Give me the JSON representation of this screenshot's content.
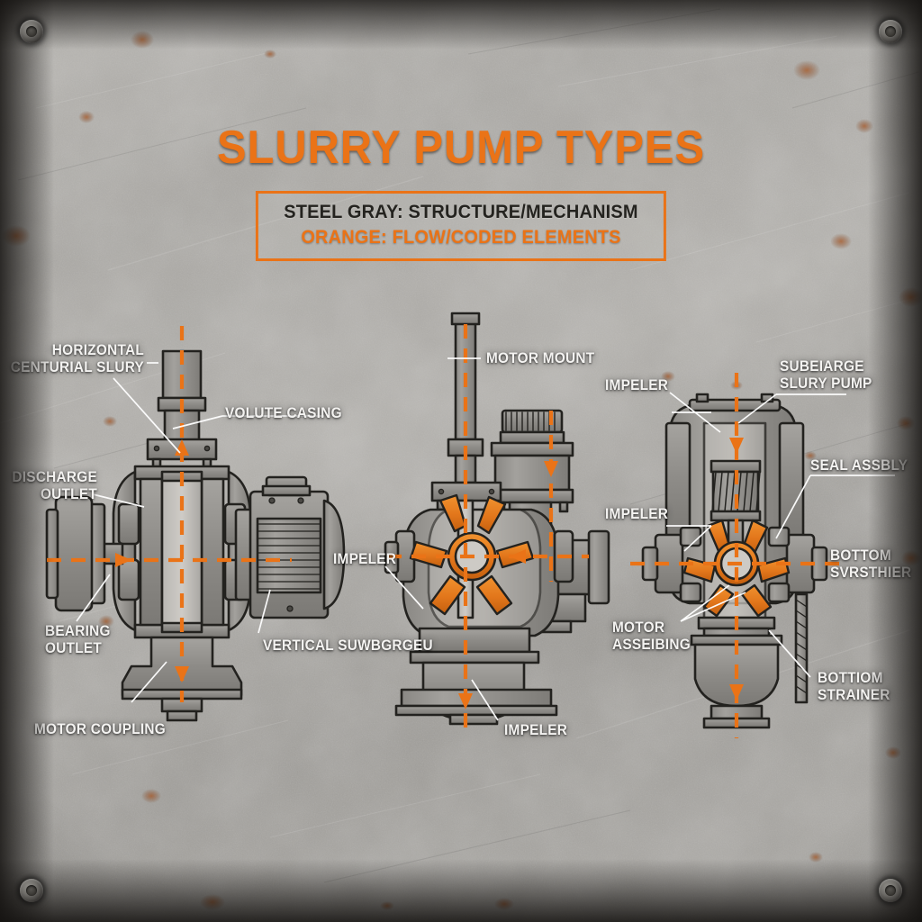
{
  "poster": {
    "title": "SLURRY PUMP TYPES",
    "legend": {
      "gray_line": "STEEL GRAY: STRUCTURE/MECHANISM",
      "orange_line": "ORANGE: FLOW/CODED ELEMENTS"
    },
    "colors": {
      "orange": "#ea7317",
      "steel_gray": "#8d8c88",
      "ink": "#23221f",
      "label_white": "#f4f3f1",
      "plate": "#a9a7a3"
    }
  },
  "diagrams": [
    {
      "id": "horizontal-centrifugal-slurry-pump",
      "name": "Horizontal centrifugal slurry pump cutaway",
      "labels": [
        {
          "key": "horizontal-centurial-slury",
          "text": "HORIZONTAL\nCENTURIAL SLURY"
        },
        {
          "key": "volute-casing",
          "text": "VOLUTE CASING"
        },
        {
          "key": "discharge-outlet",
          "text": "DISCHARGE\nOUTLET"
        },
        {
          "key": "bearing-outlet",
          "text": "BEARING\nOUTLET"
        },
        {
          "key": "motor-coupling",
          "text": "MOTOR COUPLING"
        },
        {
          "key": "vertical-suwbgrgeu",
          "text": "VERTICAL SUWBGRGEU"
        }
      ]
    },
    {
      "id": "vertical-sump-slurry-pump",
      "name": "Vertical sump slurry pump cutaway",
      "labels": [
        {
          "key": "motor-mount",
          "text": "MOTOR MOUNT"
        },
        {
          "key": "impeler-left",
          "text": "IMPELER"
        },
        {
          "key": "impeler-bottom",
          "text": "IMPELER"
        }
      ]
    },
    {
      "id": "submersible-slurry-pump",
      "name": "Submersible slurry pump cutaway",
      "labels": [
        {
          "key": "subeiarge-slury-pump",
          "text": "SUBEIARGE\nSLURY PUMP"
        },
        {
          "key": "impeler-top",
          "text": "IMPELER"
        },
        {
          "key": "impeler-mid",
          "text": "IMPELER"
        },
        {
          "key": "seal-assbly",
          "text": "SEAL ASSBLY"
        },
        {
          "key": "bottom-svrsthier",
          "text": "BOTTOM\nSVRSTHIER"
        },
        {
          "key": "motor-asseibing",
          "text": "MOTOR\nASSEIBING"
        },
        {
          "key": "bottiom-strainer",
          "text": "BOTTIOM\nSTRAINER"
        }
      ]
    }
  ],
  "plate_fasteners": [
    {
      "key": "screw-top-left"
    },
    {
      "key": "screw-top-right"
    },
    {
      "key": "screw-bottom-left"
    },
    {
      "key": "screw-bottom-right"
    }
  ]
}
